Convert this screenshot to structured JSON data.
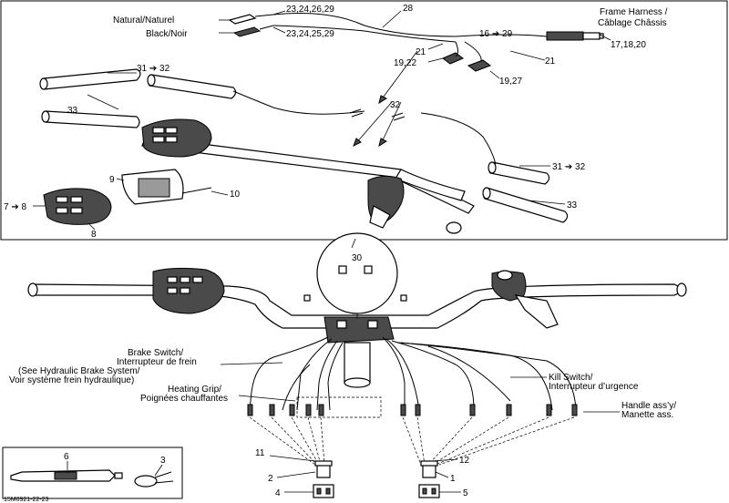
{
  "top_labels": {
    "natural": "Natural/Naturel",
    "black": "Black/Noir",
    "ref_natural": "23,24,26,29",
    "ref_black": "23,24,25,29",
    "ref_28": "28",
    "frame_harness_1": "Frame Harness /",
    "frame_harness_2": "Câblage Châssis",
    "ref_16_29": "16 ➔ 29",
    "ref_17_18_20": "17,18,20",
    "ref_21a": "21",
    "ref_21b": "21",
    "ref_19_22": "19,22",
    "ref_19_27": "19,27",
    "ref_31_32_left": "31 ➔ 32",
    "ref_31_32_right": "31 ➔ 32",
    "ref_32": "32",
    "ref_33_left": "33",
    "ref_33_right": "33",
    "ref_9": "9",
    "ref_10": "10",
    "ref_7_8": "7 ➔ 8",
    "ref_8": "8"
  },
  "bottom_labels": {
    "ref_30": "30",
    "brake_1": "Brake Switch/",
    "brake_2": "Interrupteur de frein",
    "brake_3": "(See Hydraulic Brake System/",
    "brake_4": "Voir système frein hydraulique)",
    "heating_1": "Heating Grip/",
    "heating_2": "Poignées chauffantes",
    "kill_1": "Kill Switch/",
    "kill_2": "Interrupteur d’urgence",
    "handle_1": "Handle ass’y/",
    "handle_2": "Manette ass.",
    "ref_11": "11",
    "ref_12": "12",
    "ref_1": "1",
    "ref_2": "2",
    "ref_4": "4",
    "ref_5": "5",
    "ref_6": "6",
    "ref_3": "3"
  },
  "figure_code": "15M0921-22-23"
}
